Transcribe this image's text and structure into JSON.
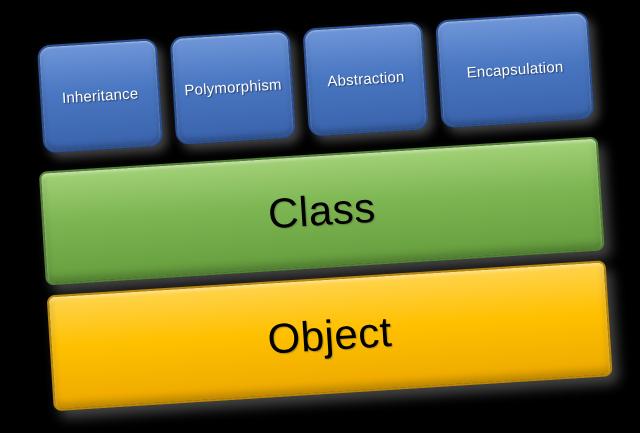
{
  "diagram": {
    "background_color": "#000000",
    "pillars": [
      {
        "label": "Inheritance",
        "fill": "#4472C4",
        "border": "#2E5597",
        "text_color": "#FFFFFF"
      },
      {
        "label": "Polymorphism",
        "fill": "#4472C4",
        "border": "#2E5597",
        "text_color": "#FFFFFF"
      },
      {
        "label": "Abstraction",
        "fill": "#4472C4",
        "border": "#2E5597",
        "text_color": "#FFFFFF"
      },
      {
        "label": "Encapsulation",
        "fill": "#4472C4",
        "border": "#2E5597",
        "text_color": "#FFFFFF"
      }
    ],
    "layers": [
      {
        "label": "Class",
        "fill": "#70AD47",
        "border": "#538135",
        "text_color": "#000000"
      },
      {
        "label": "Object",
        "fill": "#FFC000",
        "border": "#BF9000",
        "text_color": "#000000"
      }
    ]
  }
}
